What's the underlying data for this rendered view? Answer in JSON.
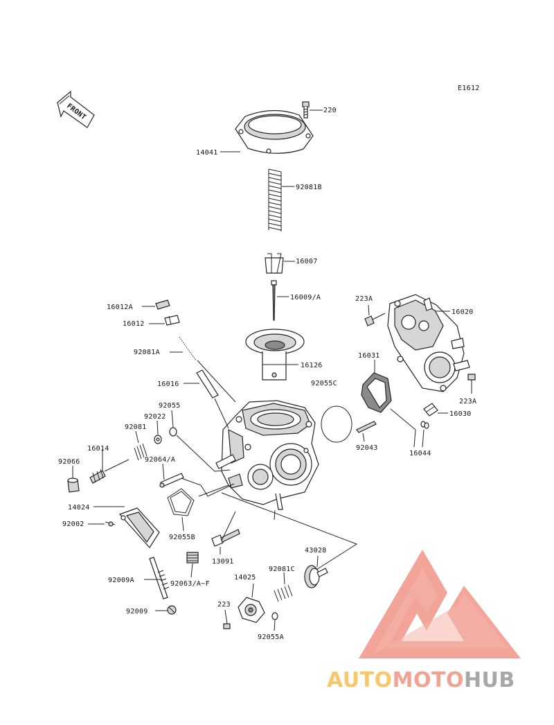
{
  "diagram_id": "E1612",
  "front_arrow": "FRONT",
  "parts": {
    "p220": "220",
    "p14041": "14041",
    "p92081B": "92081B",
    "p16007": "16007",
    "p16009A": "16009/A",
    "p223A_top": "223A",
    "p16020": "16020",
    "p16012A": "16012A",
    "p16012": "16012",
    "p92081A": "92081A",
    "p16126": "16126",
    "p16031": "16031",
    "p92055C": "92055C",
    "p16016": "16016",
    "p223A_right": "223A",
    "p16030": "16030",
    "p92055": "92055",
    "p92022": "92022",
    "p92081": "92081",
    "p16014": "16014",
    "p92043": "92043",
    "p16044": "16044",
    "p92066": "92066",
    "p92064A": "92064/A",
    "p14024": "14024",
    "p92002": "92002",
    "p92055B": "92055B",
    "p43028": "43028",
    "p13091": "13091",
    "p92081C": "92081C",
    "p14025": "14025",
    "p92009A": "92009A",
    "p92063AF": "92063/A~F",
    "p223": "223",
    "p92009": "92009",
    "p92055A": "92055A"
  },
  "watermark": {
    "part1": "AUTO",
    "part2": "MOTO",
    "part3": "HUB",
    "color1": "#f6c86a",
    "color2": "#f2a290",
    "color3": "#a7a7a7",
    "logo_color": "#f19a8e"
  }
}
